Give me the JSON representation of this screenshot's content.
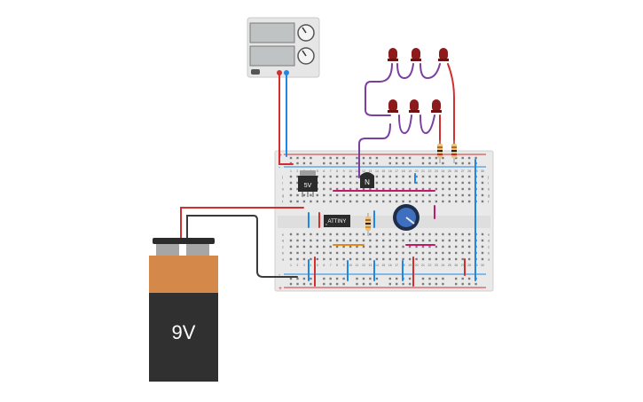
{
  "circuit": {
    "battery": {
      "label": "9V"
    },
    "regulator": {
      "label": "5V"
    },
    "transistor": {
      "label": "N"
    },
    "chip": {
      "label": "ATTINY"
    },
    "breadboard": {
      "column_numbers": [
        "1",
        "2",
        "3",
        "4",
        "5",
        "6",
        "7",
        "8",
        "9",
        "10",
        "11",
        "12",
        "13",
        "14",
        "15",
        "16",
        "17",
        "18",
        "19",
        "20",
        "21",
        "22",
        "23",
        "24",
        "25",
        "26",
        "27",
        "28",
        "29",
        "30"
      ],
      "row_letters_top": [
        "j",
        "i",
        "h",
        "g",
        "f"
      ],
      "row_letters_bottom": [
        "e",
        "d",
        "c",
        "b",
        "a"
      ],
      "rail_plus": "+",
      "rail_minus": "-"
    },
    "colors": {
      "wire_red": "#d32f2f",
      "wire_blue": "#1e88e5",
      "wire_black": "#3a3a3a",
      "wire_purple": "#7b3fa0",
      "wire_magenta": "#c2186b",
      "wire_orange": "#e08a1e",
      "led": "#8e1b1b",
      "battery_top": "#d4894a",
      "battery_body": "#303030"
    }
  }
}
